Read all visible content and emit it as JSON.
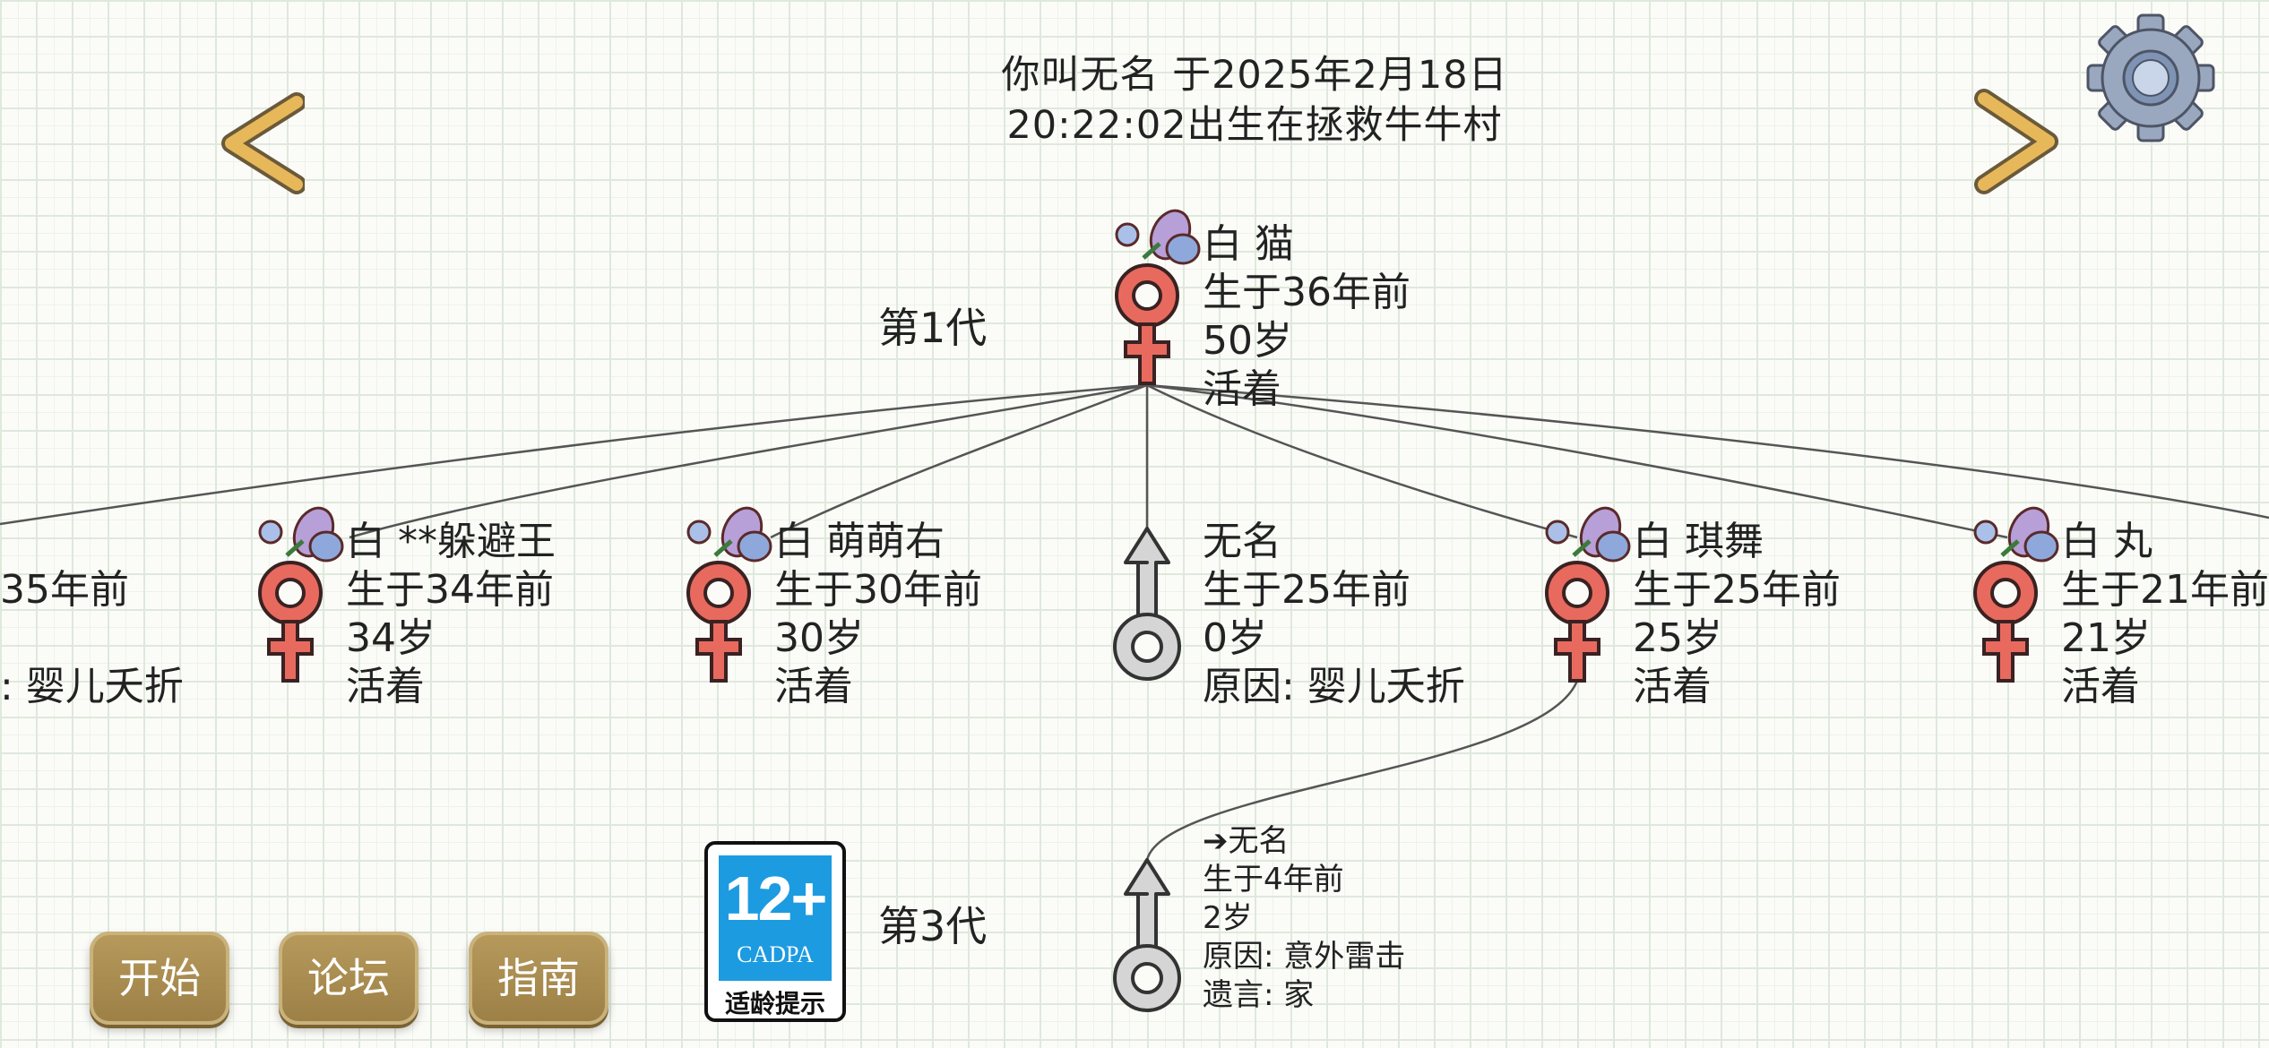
{
  "header": {
    "line1": "你叫无名 于2025年2月18日",
    "line2": "20:22:02出生在拯救牛牛村"
  },
  "generations": {
    "gen1": "第1代",
    "gen3": "第3代"
  },
  "people": {
    "root": {
      "gender": "female",
      "name": "白 猫",
      "born": "生于36年前",
      "age": "50岁",
      "status": "活着"
    },
    "partial": {
      "born": "35年前",
      "status": ":  婴儿夭折"
    },
    "c1": {
      "gender": "female",
      "name": "白 **躲避王",
      "born": "生于34年前",
      "age": "34岁",
      "status": "活着"
    },
    "c2": {
      "gender": "female",
      "name": "白 萌萌右",
      "born": "生于30年前",
      "age": "30岁",
      "status": "活着"
    },
    "c3": {
      "gender": "male",
      "name": "无名",
      "born": "生于25年前",
      "age": "0岁",
      "status": "原因:  婴儿夭折"
    },
    "c4": {
      "gender": "female",
      "name": "白 琪舞",
      "born": "生于25年前",
      "age": "25岁",
      "status": "活着"
    },
    "c5": {
      "gender": "female",
      "name": "白 丸",
      "born": "生于21年前",
      "age": "21岁",
      "status": "活着"
    },
    "g1": {
      "gender": "male",
      "name": "➔无名",
      "born": "生于4年前",
      "age": "2岁",
      "status": "原因:  意外雷击",
      "will": "遗言:  家"
    }
  },
  "buttons": {
    "start": "开始",
    "forum": "论坛",
    "guide": "指南"
  },
  "age_rating": {
    "number": "12+",
    "org": "CADPA",
    "tip": "适龄提示"
  },
  "colors": {
    "female_symbol": "#e86a5e",
    "male_symbol": "#cfcfcf",
    "button": "#a88a4d",
    "arrow": "#e7b85a",
    "badge_blue": "#1d9be0"
  },
  "icons": {
    "prev": "chevron-left-icon",
    "next": "chevron-right-icon",
    "settings": "gear-icon",
    "female": "female-symbol-butterfly-icon",
    "male": "male-symbol-icon"
  }
}
